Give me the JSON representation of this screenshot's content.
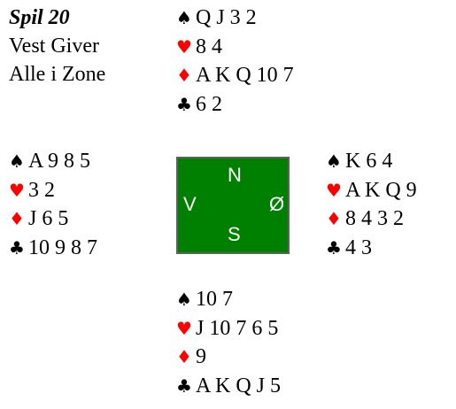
{
  "header": {
    "board": "Spil 20",
    "dealer": "Vest Giver",
    "vulnerability": "Alle i Zone"
  },
  "suits": {
    "spades": "♠",
    "hearts": "♥",
    "diamonds": "♦",
    "clubs": "♣"
  },
  "colors": {
    "red_suit": "#ff0000",
    "black_suit": "#000000",
    "table": "#008000"
  },
  "compass": {
    "north": "N",
    "west": "V",
    "east": "Ø",
    "south": "S"
  },
  "hands": {
    "north": {
      "spades": "Q J 3 2",
      "hearts": "8 4",
      "diamonds": "A K Q 10 7",
      "clubs": "6 2"
    },
    "west": {
      "spades": "A 9 8 5",
      "hearts": "3 2",
      "diamonds": "J 6 5",
      "clubs": "10 9 8 7"
    },
    "east": {
      "spades": "K 6 4",
      "hearts": "A K Q 9",
      "diamonds": "8 4 3 2",
      "clubs": "4 3"
    },
    "south": {
      "spades": "10 7",
      "hearts": "J 10 7 6 5",
      "diamonds": "9",
      "clubs": "A K Q J 5"
    }
  }
}
